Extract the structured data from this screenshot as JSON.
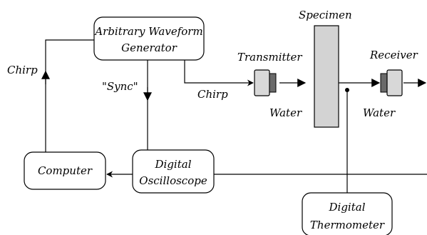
{
  "blocks": {
    "awg": {
      "line1": "Arbitrary Waveform",
      "line2": "Generator"
    },
    "computer": {
      "label": "Computer"
    },
    "oscilloscope": {
      "line1": "Digital",
      "line2": "Oscilloscope"
    },
    "thermometer": {
      "line1": "Digital",
      "line2": "Thermometer"
    }
  },
  "labels": {
    "chirp_left": "Chirp",
    "sync": "\"Sync\"",
    "chirp_mid": "Chirp",
    "transmitter": "Transmitter",
    "specimen": "Specimen",
    "receiver": "Receiver",
    "water_left": "Water",
    "water_right": "Water"
  },
  "colors": {
    "specimen_fill": "#d3d3d3",
    "transducer_fill": "#d8d8d8",
    "element_fill": "#6a6a6a"
  }
}
